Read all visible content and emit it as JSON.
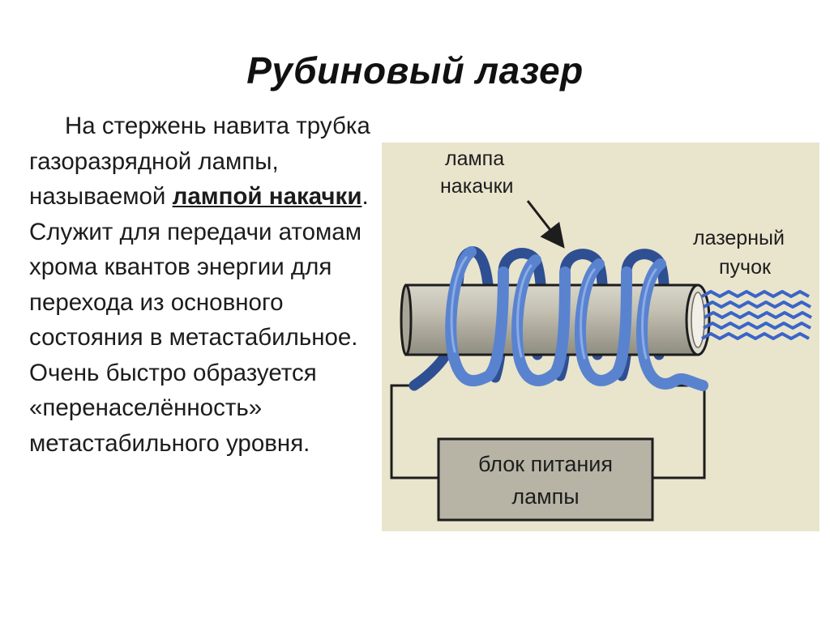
{
  "title": "Рубиновый лазер",
  "body": {
    "part1": "На стержень навита трубка газоразрядной лампы, называемой ",
    "emphasis": "лампой накачки",
    "part2": ". Служит для передачи атомам хрома квантов энергии для перехода из основного состояния в метастабильное. Очень быстро образуется «перенаселённость» метастабильного уровня."
  },
  "figure": {
    "label_lamp": "лампа накачки",
    "label_lamp_line1": "лампа",
    "label_lamp_line2": "накачки",
    "label_beam_line1": "лазерный",
    "label_beam_line2": "пучок",
    "label_power_line1": "блок питания",
    "label_power_line2": "лампы",
    "colors": {
      "background": "#e9e4cc",
      "rod": "#b9b6a8",
      "coil": "#4f78c4",
      "beam": "#3a64c8",
      "power_box": "#b7b4a6"
    }
  }
}
